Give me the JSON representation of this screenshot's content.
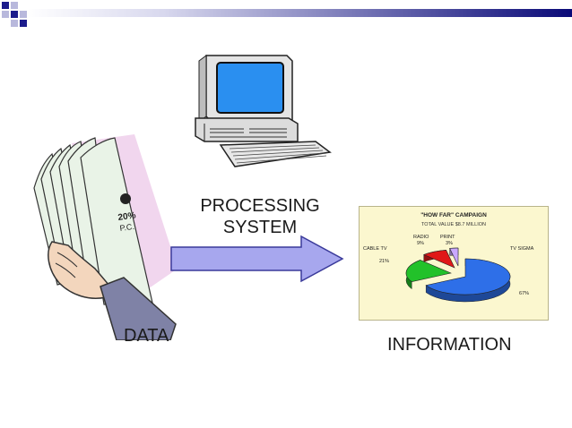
{
  "labels": {
    "processing_line1": "PROCESSING",
    "processing_line2": "SYSTEM",
    "data": "DATA",
    "information": "INFORMATION"
  },
  "paper": {
    "lines": [
      "20%",
      "P.C."
    ]
  },
  "colors": {
    "title_squares_dark": "#1c1c8c",
    "title_squares_light": "#b8b8dc",
    "title_gradient_end": "#0a0a78",
    "arrow_fill": "#a7a7ee",
    "arrow_stroke": "#3a3a9a",
    "chart_bg": "#fbf7cf"
  },
  "chart_data": {
    "type": "pie",
    "title": "\"HOW FAR\" CAMPAIGN",
    "subtitle": "TOTAL VALUE $8.7 MILLION",
    "slices": [
      {
        "name": "TV SIGMA",
        "value": 67,
        "label": "67%",
        "color": "#2e6fe8"
      },
      {
        "name": "CABLE TV",
        "value": 21,
        "label": "21%",
        "color": "#22c12a"
      },
      {
        "name": "RADIO",
        "value": 9,
        "label": "9%",
        "color": "#e01818"
      },
      {
        "name": "PRINT",
        "value": 3,
        "label": "3%",
        "color": "#c9a8ff"
      }
    ]
  }
}
